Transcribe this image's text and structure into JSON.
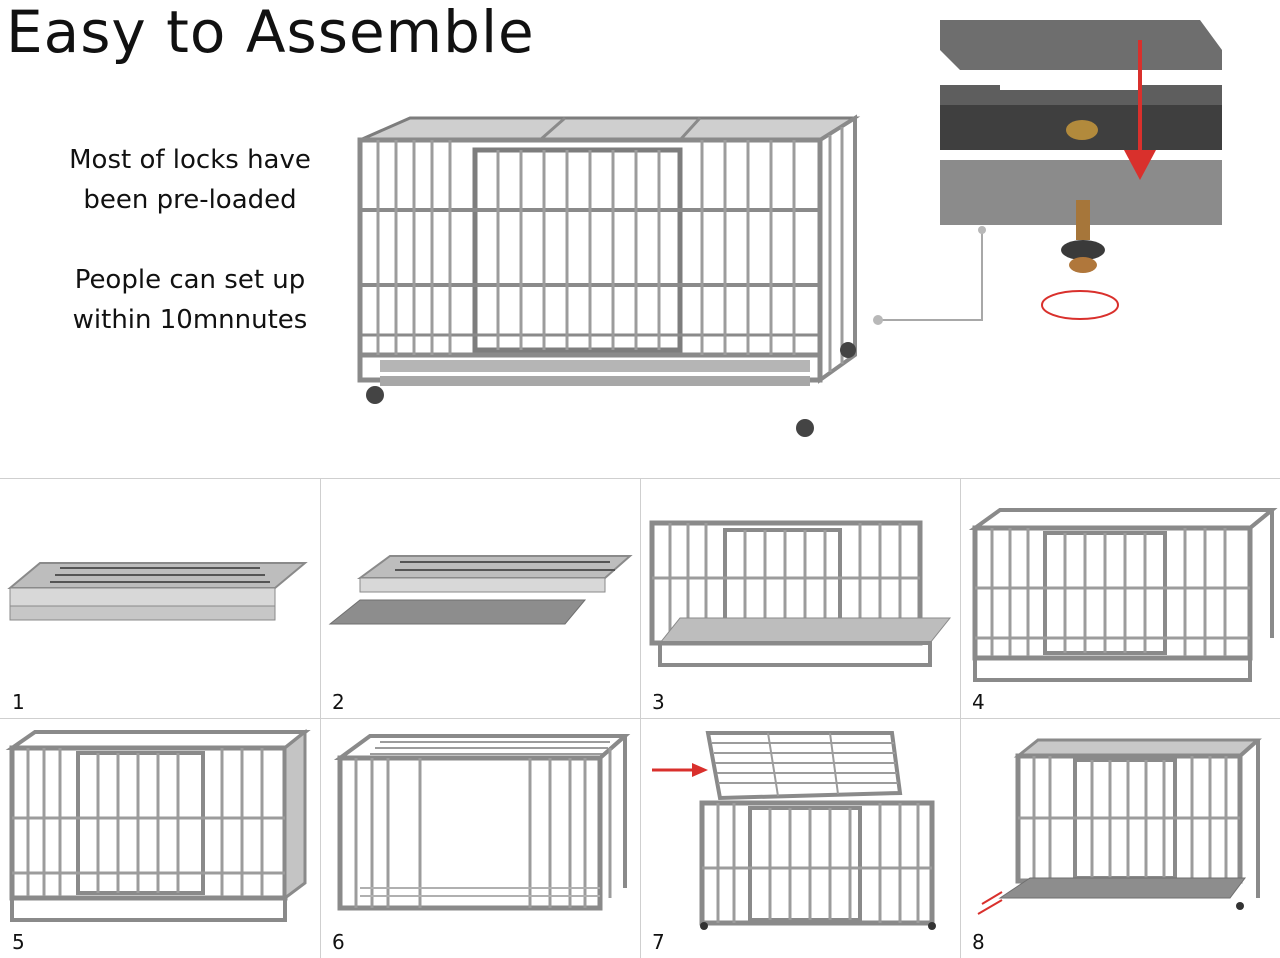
{
  "header": {
    "title": "Easy to Assemble"
  },
  "notes": {
    "line1": "Most of locks have",
    "line2": "been pre-loaded",
    "line3": "People can set up",
    "line4": "within 10mnnutes"
  },
  "steps": {
    "s1": "1",
    "s2": "2",
    "s3": "3",
    "s4": "4",
    "s5": "5",
    "s6": "6",
    "s7": "7",
    "s8": "8"
  },
  "colors": {
    "frame": "#9a9a9a",
    "frame_dark": "#6f6f6f",
    "arrow": "#d9302c",
    "tray": "#8d8d8d"
  }
}
